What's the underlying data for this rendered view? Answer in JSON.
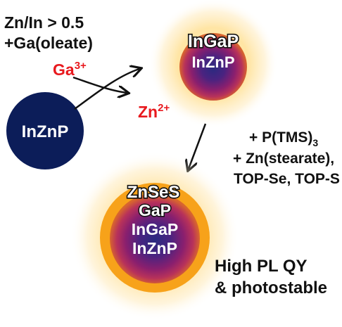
{
  "conditions": {
    "line1": "Zn/In > 0.5",
    "line2": "+Ga(oleate)"
  },
  "exchange": {
    "ga_base": "Ga",
    "ga_sup": "3+",
    "zn_base": "Zn",
    "zn_sup": "2+"
  },
  "core_label": "InZnP",
  "intermediate": {
    "line1": "InGaP",
    "line2": "InZnP"
  },
  "reagents": {
    "line1_base": "+ P(TMS)",
    "line1_sub": "3",
    "line2": "+ Zn(stearate),",
    "line3": "TOP-Se, TOP-S"
  },
  "final": {
    "line1": "ZnSeS",
    "line2": "GaP",
    "line3": "InGaP",
    "line4": "InZnP"
  },
  "result": {
    "line1": "High PL QY",
    "line2": "& photostable"
  },
  "colors": {
    "text": "#111111",
    "red": "#e8191e",
    "core_navy": "#0c1d59",
    "particle_center": "#2a2a7a",
    "particle_mid": "#8a1f6e",
    "particle_edge": "#d06a2a",
    "shell_orange": "#f7a21a",
    "glow": "#ffd97a"
  }
}
